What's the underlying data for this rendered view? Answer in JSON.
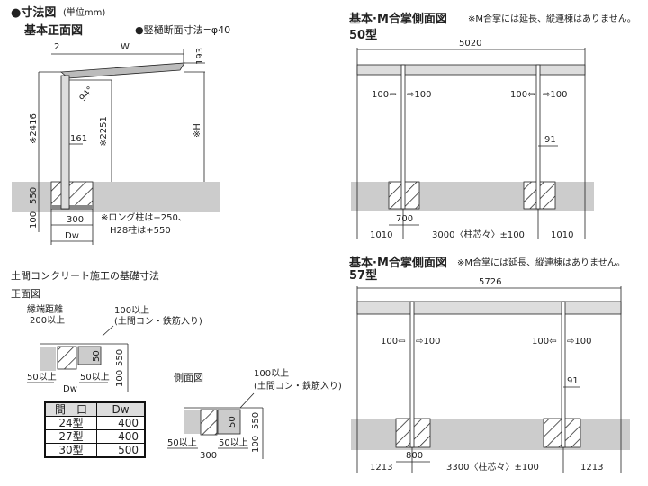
{
  "front": {
    "title": "●寸法図",
    "unit": "(単位mm)",
    "subtitle": "基本正面図",
    "gutter": "●竪樋断面寸法=φ40",
    "d2": "2",
    "w": "W",
    "d193": "193",
    "angle": "94°",
    "h2416": "※2416",
    "h2251": "※2251",
    "hH": "※H",
    "d161": "161",
    "d550": "550",
    "d100": "100",
    "d300": "300",
    "dw": "Dw",
    "note1": "※ロング柱は+250、",
    "note2": "H28柱は+550"
  },
  "side50": {
    "title": "基本·M合掌側面図",
    "note": "※M合掌には延長、縦連棟はありません。",
    "model": "50型",
    "total": "5020",
    "arrows": "100⇦",
    "arrows2": "⇨100",
    "d91": "91",
    "d700": "700",
    "left": "1010",
    "center": "3000〈柱芯々〉±100",
    "right": "1010"
  },
  "side57": {
    "title": "基本·M合掌側面図",
    "note": "※M合掌には延長、縦連棟はありません。",
    "model": "57型",
    "total": "5726",
    "arrows": "100⇦",
    "arrows2": "⇨100",
    "d91": "91",
    "d800": "800",
    "left": "1213",
    "center": "3300〈柱芯々〉±100",
    "right": "1213"
  },
  "foundation": {
    "title": "土間コンクリート施工の基礎寸法",
    "front": "正面図",
    "edge1": "縁端距離",
    "edge2": "200以上",
    "conc1": "100以上",
    "conc2": "(土間コン・鉄筋入り)",
    "d50": "50",
    "d550": "550",
    "d100": "100",
    "min50": "50以上",
    "dw": "Dw",
    "side": "側面図",
    "d300": "300",
    "table": {
      "headers": [
        "間　口",
        "Dw"
      ],
      "rows": [
        [
          "24型",
          "400"
        ],
        [
          "27型",
          "400"
        ],
        [
          "30型",
          "500"
        ]
      ]
    }
  }
}
